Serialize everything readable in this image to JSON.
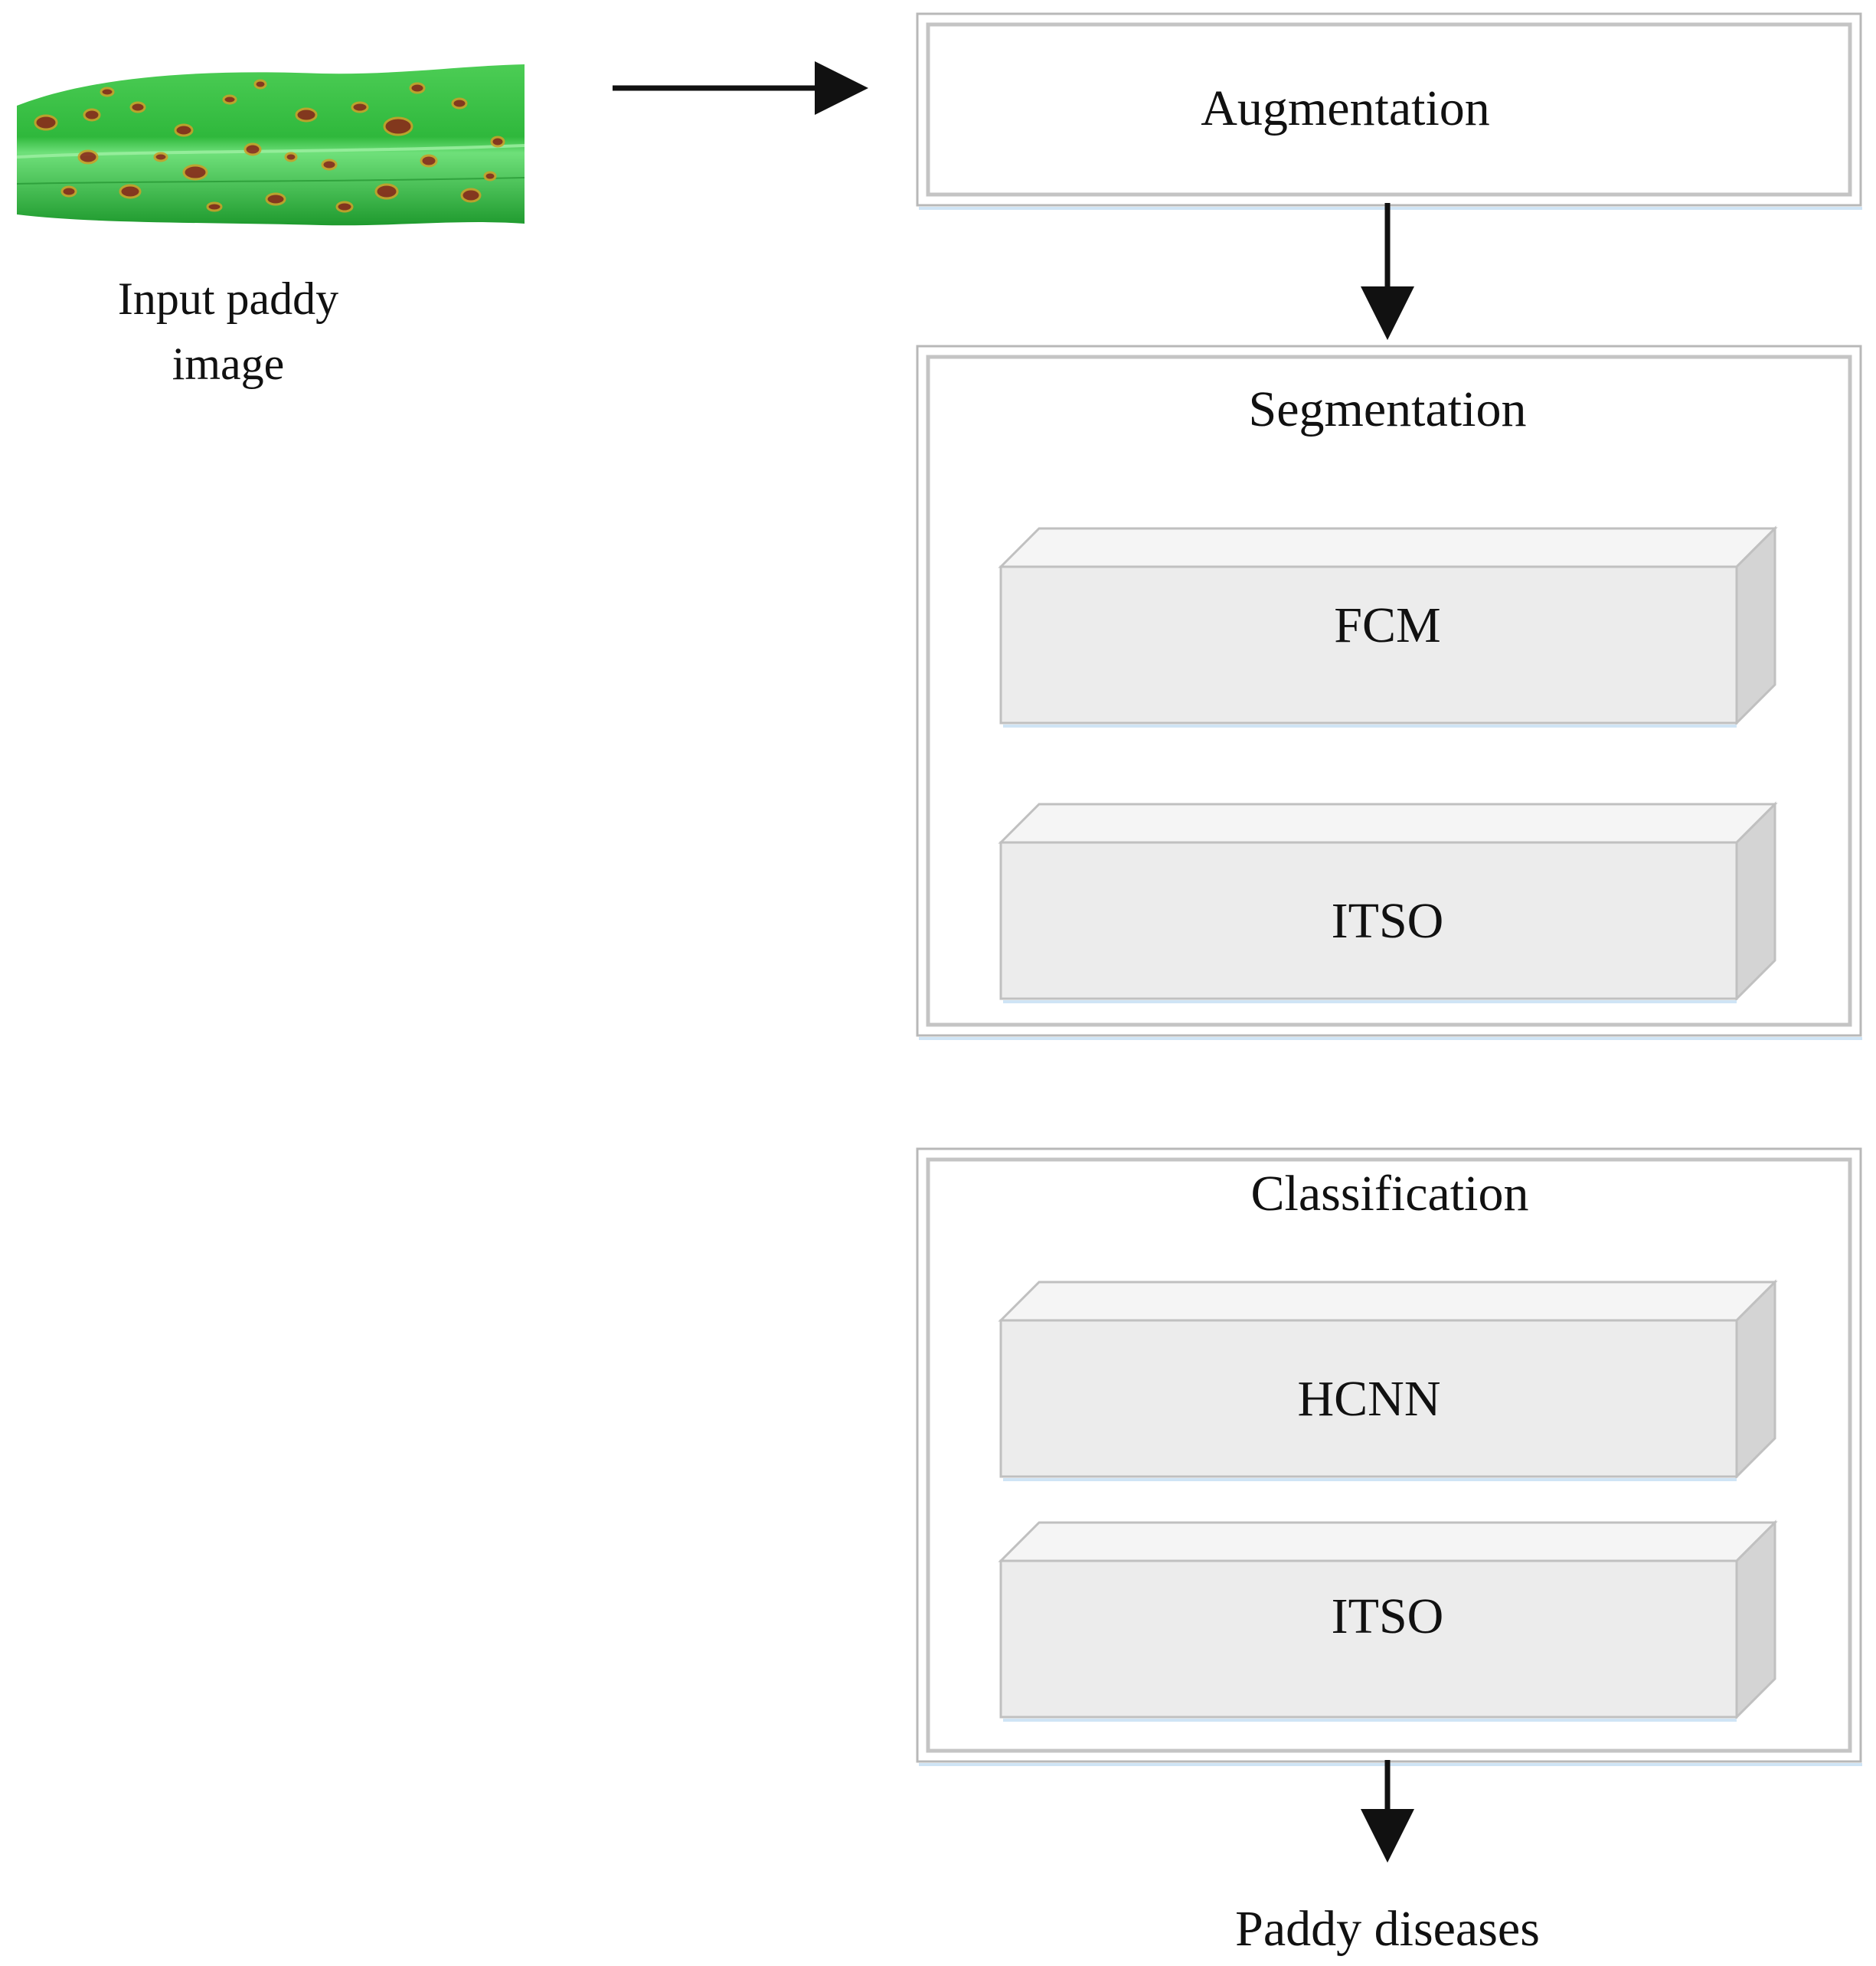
{
  "input": {
    "label_line1": "Input paddy",
    "label_line2": "image"
  },
  "augmentation": {
    "title": "Augmentation"
  },
  "segmentation": {
    "title": "Segmentation",
    "blocks": [
      "FCM",
      "ITSO"
    ]
  },
  "classification": {
    "title": "Classification",
    "blocks": [
      "HCNN",
      "ITSO"
    ]
  },
  "output": {
    "label": "Paddy diseases"
  },
  "colors": {
    "leaf": "#2fb83c",
    "leaf_dark": "#1c8a2a",
    "lesion": "#8b2a1a",
    "block_front": "#ececec",
    "block_top": "#f5f5f5",
    "block_side": "#d4d4d4",
    "frame_border": "#b8b8b8",
    "arrow": "#111111"
  }
}
